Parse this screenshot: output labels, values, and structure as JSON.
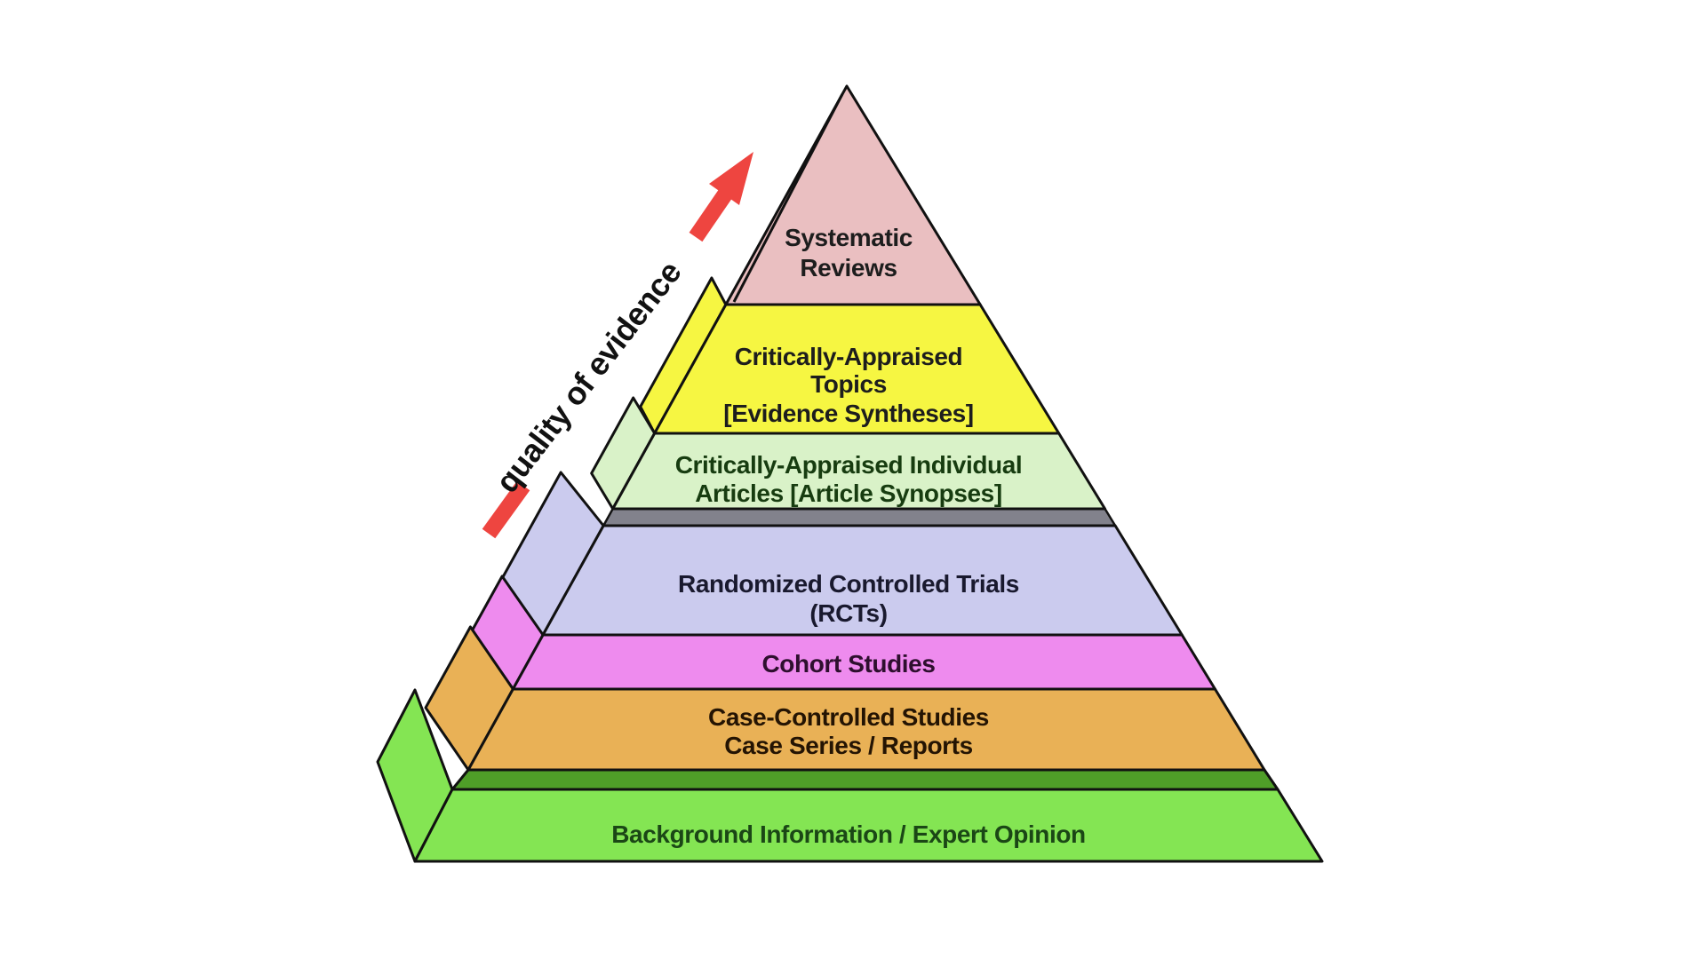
{
  "figure": {
    "kind": "evidence-pyramid",
    "background_color": "#ffffff",
    "outline_color": "#111111"
  },
  "quality_arrow": {
    "label": "quality of evidence",
    "color": "#ee4540",
    "text_color": "#111111"
  },
  "layers": [
    {
      "id": "systematic-reviews",
      "lines": [
        "Systematic",
        "Reviews"
      ],
      "color": "#eabfc1",
      "text_color": "#1d1d1d"
    },
    {
      "id": "critically-appraised-topics",
      "lines": [
        "Critically-Appraised",
        "Topics",
        "[Evidence Syntheses]"
      ],
      "color": "#f6f642",
      "text_color": "#1d1d1d"
    },
    {
      "id": "critically-appraised-individual-articles",
      "lines": [
        "Critically-Appraised Individual",
        "Articles [Article Synopses]"
      ],
      "color": "#d9f2c8",
      "text_color": "#173c10"
    },
    {
      "id": "randomized-controlled-trials",
      "lines": [
        "Randomized Controlled Trials",
        "(RCTs)"
      ],
      "color": "#cbcbee",
      "text_color": "#19192e"
    },
    {
      "id": "cohort-studies",
      "lines": [
        "Cohort Studies"
      ],
      "color": "#ee8bee",
      "text_color": "#2e0f2e"
    },
    {
      "id": "case-controlled-studies",
      "lines": [
        "Case-Controlled Studies",
        "Case Series / Reports"
      ],
      "color": "#e9b156",
      "text_color": "#241403"
    },
    {
      "id": "background-information",
      "lines": [
        "Background Information / Expert Opinion"
      ],
      "color": "#84e553",
      "top_face_color": "#4f9e28",
      "text_color": "#1b4716"
    }
  ],
  "separator": {
    "id": "filtered-unfiltered-shadow",
    "color": "#82828c"
  }
}
